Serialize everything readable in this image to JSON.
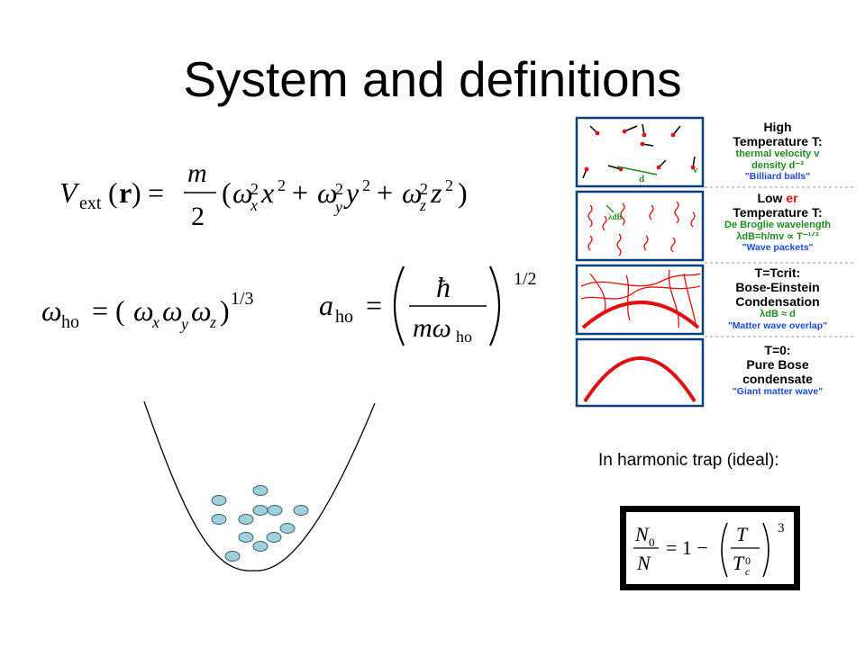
{
  "slide": {
    "title": "System and definitions"
  },
  "equations": {
    "potential": "V_ext(r) = (m/2)(ω_x² x² + ω_y² y² + ω_z² z²)",
    "omega_ho": "ω_ho = (ω_x ω_y ω_z)^(1/3)",
    "a_ho": "a_ho = (ħ / (m ω_ho))^(1/2)",
    "condensate_fraction": "N_0/N = 1 − (T/T_c^0)^3"
  },
  "trap": {
    "caption": "In harmonic trap (ideal):",
    "atom_color": "#9fd0dc"
  },
  "bec_figure": {
    "panels": [
      {
        "lines": [
          "High",
          "Temperature T:"
        ],
        "green": [
          "thermal velocity v",
          "density d⁻³"
        ],
        "blue": [
          "\"Billiard balls\""
        ],
        "labels": {
          "d": "d",
          "v": "v"
        }
      },
      {
        "lines": [
          "Low",
          "Temperature T:"
        ],
        "overlap": "er",
        "green": [
          "De Broglie wavelength",
          "λdB=h/mv ∝ T⁻¹ᐟ²"
        ],
        "blue": [
          "\"Wave packets\""
        ],
        "labels": {
          "ldb": "λdB"
        }
      },
      {
        "lines": [
          "T=Tcrit:",
          "Bose-Einstein",
          "Condensation"
        ],
        "green": [
          "λdB ≈ d"
        ],
        "blue": [
          "\"Matter wave overlap\""
        ]
      },
      {
        "lines": [
          "T=0:",
          "Pure Bose",
          "condensate"
        ],
        "blue": [
          "\"Giant matter wave\""
        ]
      }
    ],
    "colors": {
      "particle": "#e01010",
      "arrow": "#000000",
      "text_green": "#1f8a1f",
      "text_blue": "#1f4ad6"
    }
  }
}
